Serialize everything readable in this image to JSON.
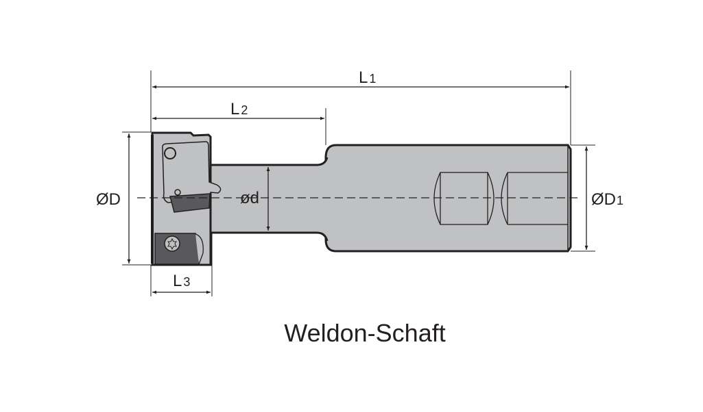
{
  "title": "Weldon-Schaft",
  "dimensions": {
    "L1": {
      "main": "L",
      "sub": "1"
    },
    "L2": {
      "main": "L",
      "sub": "2"
    },
    "L3": {
      "main": "L",
      "sub": "3"
    },
    "D": {
      "main": "ØD"
    },
    "D1": {
      "main": "ØD",
      "sub": "1"
    },
    "d": {
      "main": "ød"
    }
  },
  "colors": {
    "body": "#c0c1c3",
    "insert": "#59595b",
    "line": "#231f20"
  }
}
